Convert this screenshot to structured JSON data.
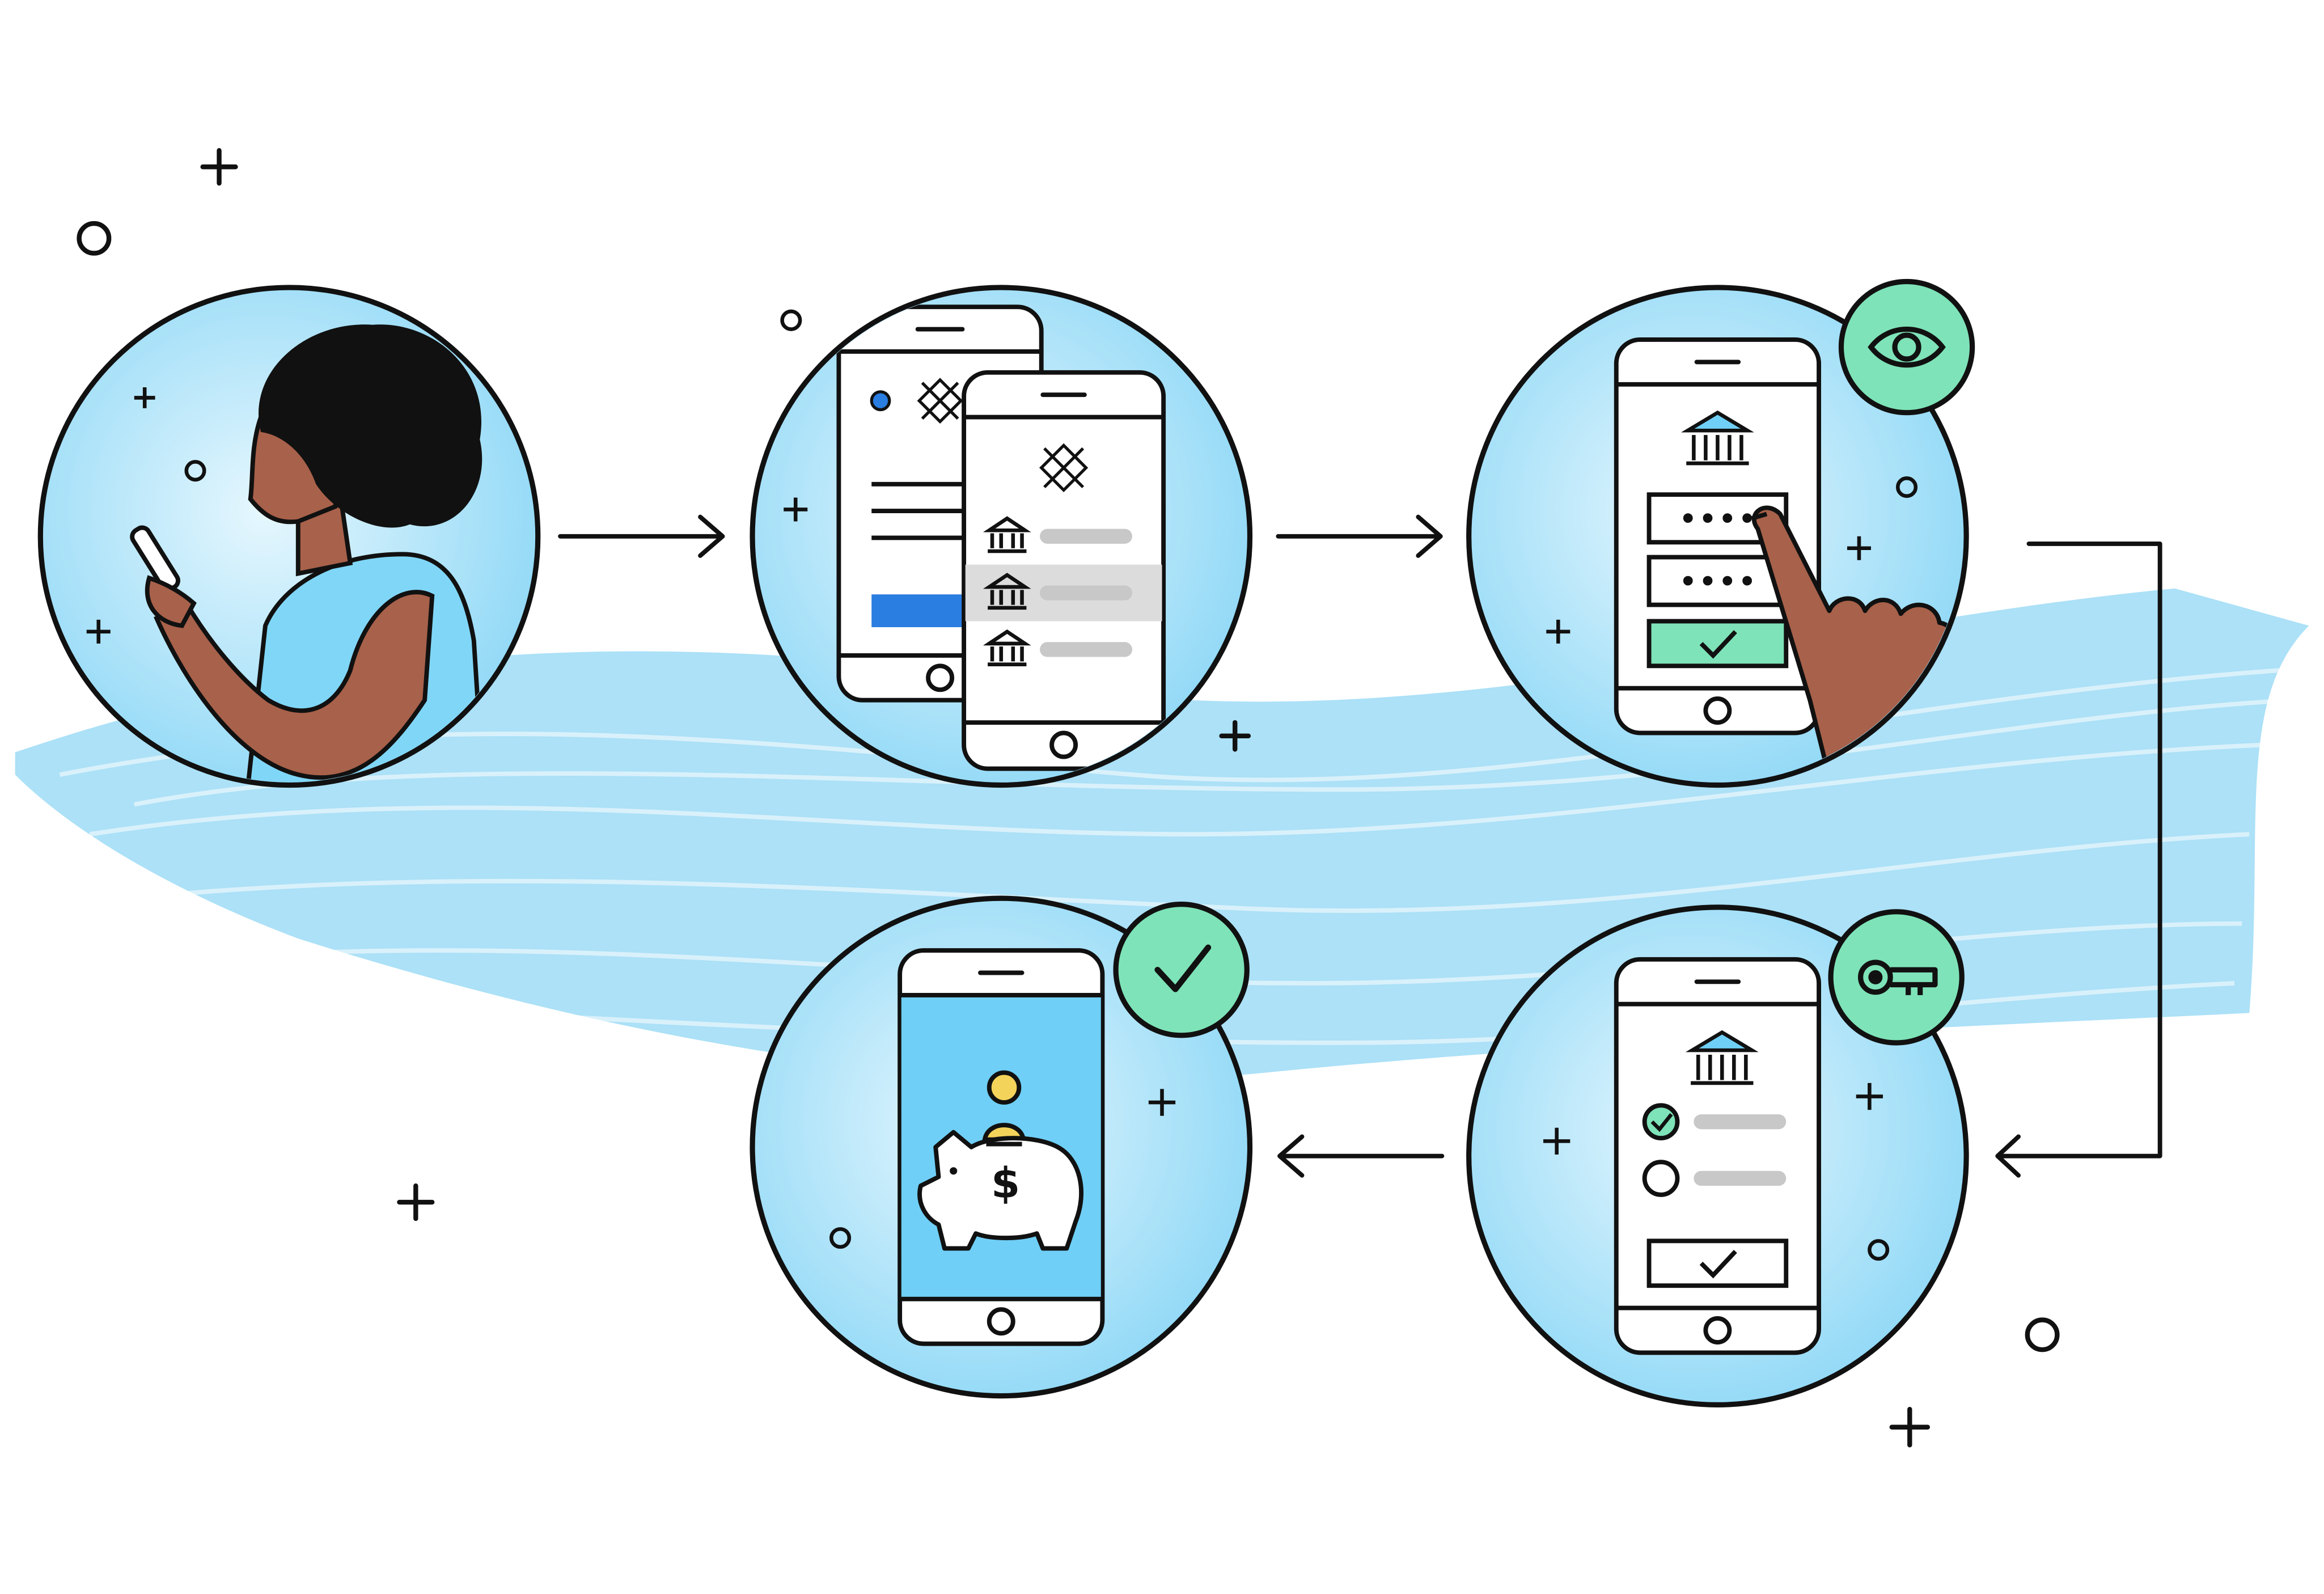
{
  "diagram": {
    "kind": "illustration",
    "steps": [
      {
        "id": "user-with-phone",
        "icons": [
          "person-icon",
          "phone-icon"
        ]
      },
      {
        "id": "choose-bank",
        "icons": [
          "phone-icon",
          "bank-icon",
          "logo-icon"
        ]
      },
      {
        "id": "enter-credentials",
        "badge": "eye-icon",
        "icons": [
          "phone-icon",
          "bank-icon",
          "password-field",
          "pointing-hand-icon"
        ]
      },
      {
        "id": "select-account",
        "badge": "key-icon",
        "icons": [
          "phone-icon",
          "bank-icon",
          "radio-checked",
          "radio-empty"
        ]
      },
      {
        "id": "connected",
        "badge": "checkmark-icon",
        "icons": [
          "phone-icon",
          "piggy-bank-icon",
          "coin-icon",
          "dollar-icon"
        ]
      }
    ],
    "password_masks": [
      "••••",
      "••••"
    ],
    "dollar_symbol": "$",
    "colors": {
      "outline": "#111111",
      "circle_fill": "#bfeafb",
      "brush": "#7fd1f3",
      "phone_screen": "#ffffff",
      "sky_blue": "#6fcff6",
      "badge_green": "#7ee3b8",
      "primary_button": "#2a7de1",
      "skin": "#a8614a",
      "hair": "#111111",
      "coin": "#f3d35a",
      "gray_bar": "#c8c8c8"
    }
  }
}
